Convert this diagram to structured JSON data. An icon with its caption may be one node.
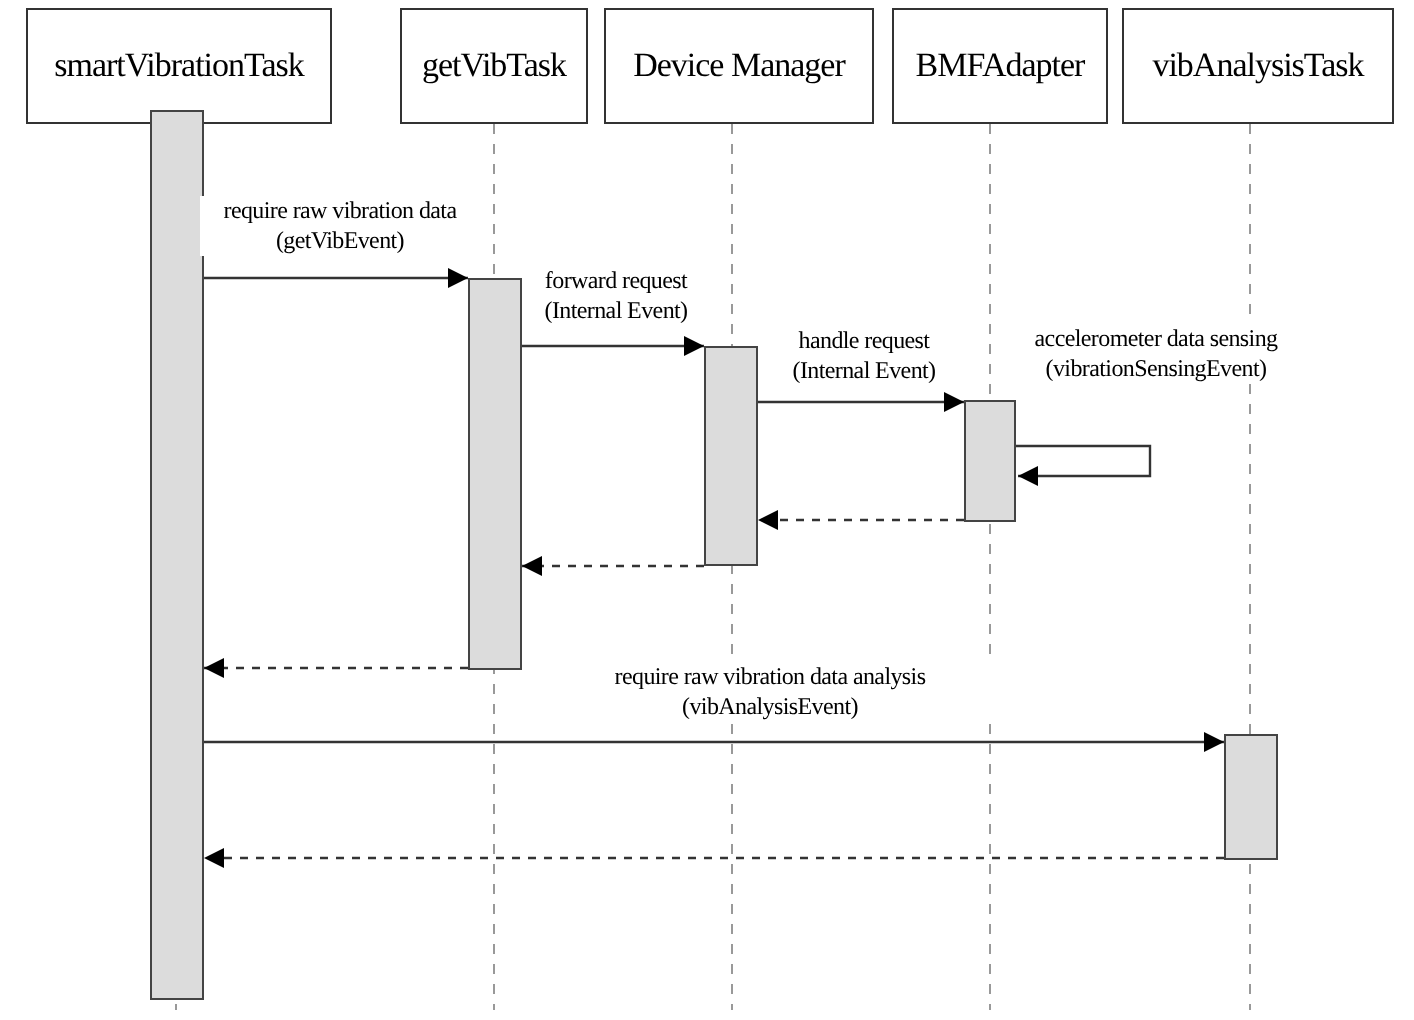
{
  "diagram": {
    "nodes": [
      {
        "text": [
          "smartVibrationTask"
        ]
      },
      {
        "text": [
          "getVibTask"
        ]
      },
      {
        "text": [
          "Device Manager"
        ]
      },
      {
        "text": [
          "BMFAdapter"
        ]
      },
      {
        "text": [
          "vibAnalysisTask"
        ]
      },
      {
        "text": [],
        "shape": "bar"
      },
      {
        "text": [],
        "shape": "bar"
      },
      {
        "text": [],
        "shape": "bar"
      },
      {
        "text": [],
        "shape": "bar"
      },
      {
        "text": [],
        "shape": "bar"
      }
    ],
    "edges": [
      {
        "from": 5,
        "to": 6,
        "arrow": "to",
        "label": "require raw vibration data (getVibEvent)"
      },
      {
        "from": 6,
        "to": 7,
        "arrow": "to",
        "label": "forward request (Internal Event)"
      },
      {
        "from": 7,
        "to": 8,
        "arrow": "to",
        "label": "handle request (Internal Event)"
      },
      {
        "from": 8,
        "to": 8,
        "arrow": "to",
        "label": "accelerometer data sensing (vibrationSensingEvent)"
      },
      {
        "from": 8,
        "to": 7,
        "arrow": "to",
        "style": "dashed"
      },
      {
        "from": 7,
        "to": 6,
        "arrow": "to",
        "style": "dashed"
      },
      {
        "from": 6,
        "to": 5,
        "arrow": "to",
        "style": "dashed"
      },
      {
        "from": 5,
        "to": 9,
        "arrow": "to",
        "label": "require raw vibration data analysis (vibAnalysisEvent)"
      },
      {
        "from": 9,
        "to": 5,
        "arrow": "to",
        "style": "dashed"
      }
    ]
  }
}
